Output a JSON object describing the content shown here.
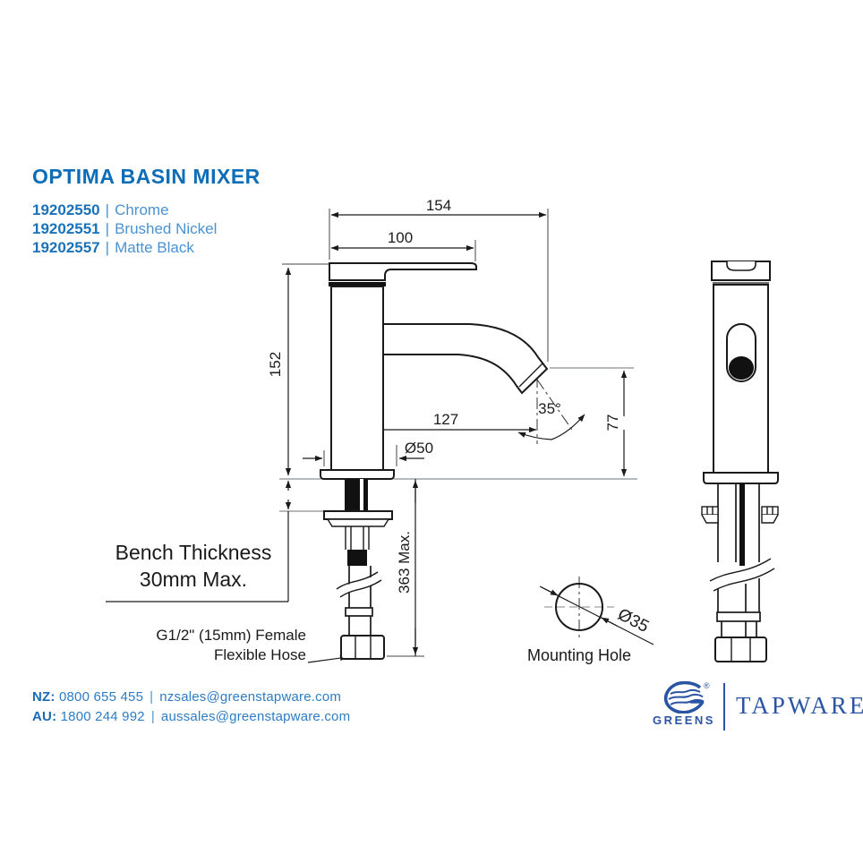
{
  "page": {
    "title": "OPTIMA BASIN MIXER"
  },
  "variants": [
    {
      "code": "19202550",
      "sep": "|",
      "finish": "Chrome"
    },
    {
      "code": "19202551",
      "sep": "|",
      "finish": "Brushed Nickel"
    },
    {
      "code": "19202557",
      "sep": "|",
      "finish": "Matte Black"
    }
  ],
  "drawing": {
    "dims": {
      "overall_width": "154",
      "handle_width": "100",
      "body_height": "152",
      "spout_reach": "127",
      "spout_angle": "35°",
      "base_diameter": "Ø50",
      "outlet_height": "77",
      "below_bench_max": "363 Max.",
      "mount_hole_diameter": "Ø35"
    },
    "labels": {
      "bench_thickness_line1": "Bench Thickness",
      "bench_thickness_line2": "30mm Max.",
      "hose_line1": "G1/2\" (15mm) Female",
      "hose_line2": "Flexible Hose",
      "mounting_hole": "Mounting Hole"
    }
  },
  "footer": {
    "nz_label": "NZ:",
    "nz_phone": "0800 655 455",
    "nz_email": "nzsales@greenstapware.com",
    "au_label": "AU:",
    "au_phone": "1800 244 992",
    "au_email": "aussales@greenstapware.com",
    "separator": "|",
    "brand": {
      "name": "GREENS",
      "tagline": "TAPWARE",
      "registered": "®"
    }
  },
  "colors": {
    "title_blue": "#0d6db7",
    "code_blue": "#1a72b9",
    "finish_blue": "#4a92d0",
    "footer_blue": "#2e7cc3",
    "brand_navy": "#2b55a3",
    "line_black": "#1a1a1a",
    "reference_gray": "#8a8f94"
  }
}
